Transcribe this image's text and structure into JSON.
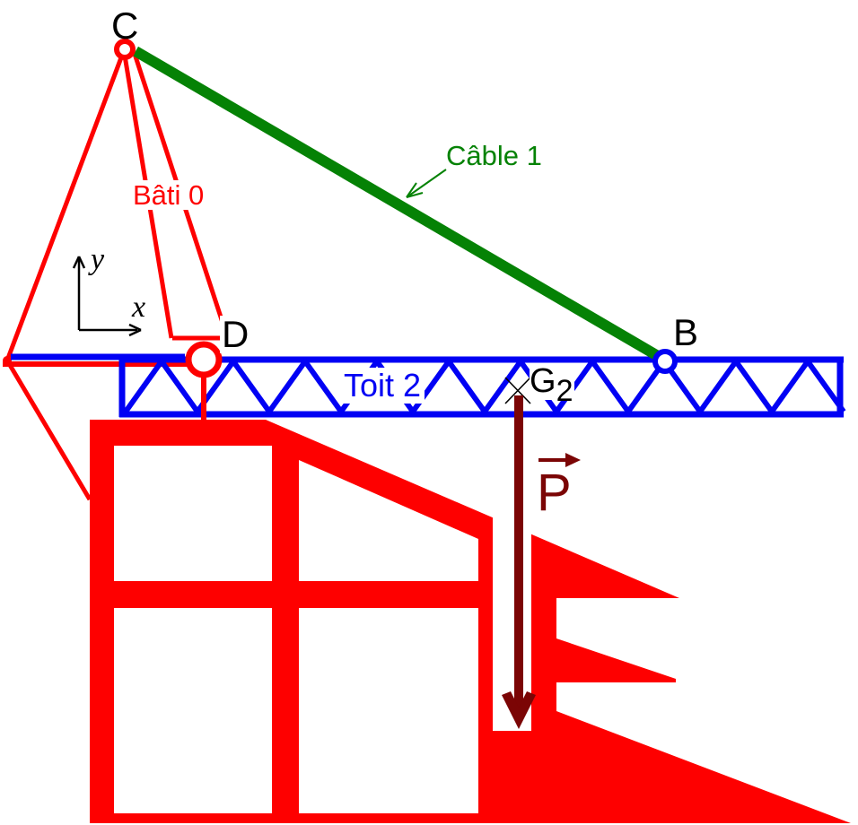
{
  "labels": {
    "point_c": "C",
    "point_d": "D",
    "point_b": "B",
    "gravity_center": "G",
    "gravity_sub": "2",
    "frame": "Bâti 0",
    "cable": "Câble 1",
    "roof": "Toit 2",
    "weight": "P",
    "axis_x": "x",
    "axis_y": "y"
  },
  "colors": {
    "red": "#fe0000",
    "blue": "#0101f4",
    "green": "#058205",
    "dark_red": "#7b0505",
    "black": "#000000"
  }
}
